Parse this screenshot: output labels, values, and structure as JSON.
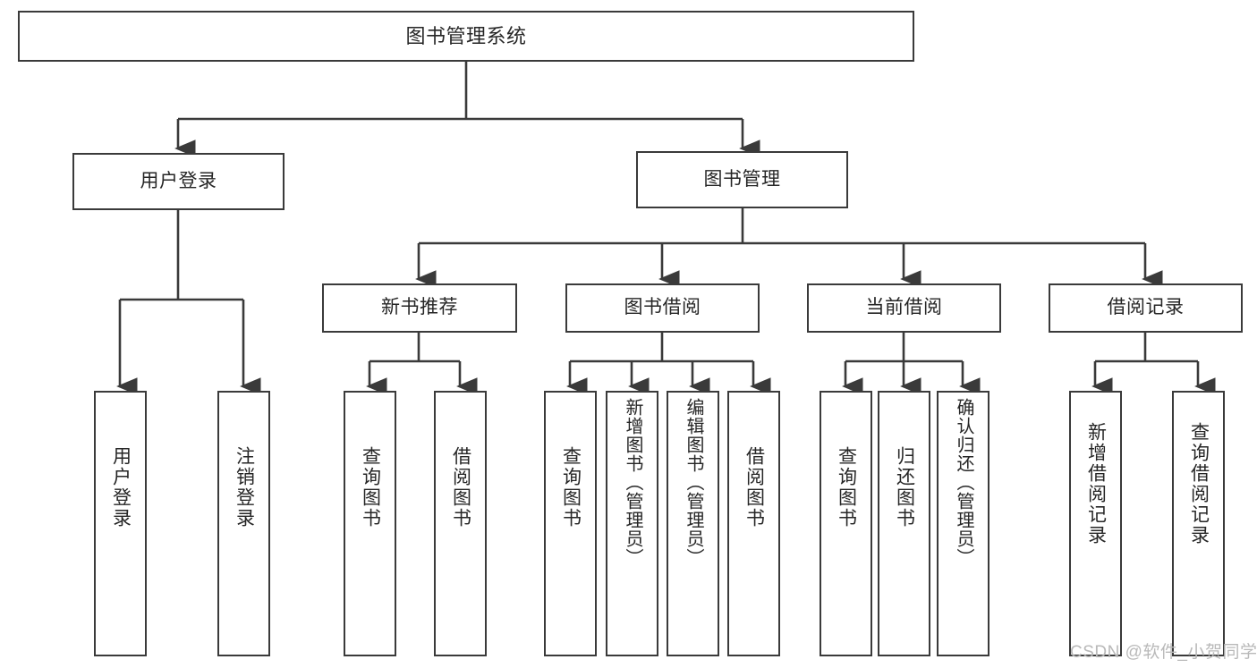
{
  "diagram": {
    "title": "图书管理系统",
    "type": "tree-hierarchy-chart",
    "colors": {
      "box_border": "#3a3a3a",
      "box_fill": "#ffffff",
      "connector": "#3a3a3a",
      "text": "#262626",
      "watermark": "#b9b9b9",
      "background": "#ffffff"
    }
  },
  "root": {
    "label": "图书管理系统"
  },
  "level1": [
    {
      "label": "用户登录"
    },
    {
      "label": "图书管理"
    }
  ],
  "level2": [
    {
      "label": "新书推荐"
    },
    {
      "label": "图书借阅"
    },
    {
      "label": "当前借阅"
    },
    {
      "label": "借阅记录"
    }
  ],
  "leaves": {
    "user_login": [
      {
        "label": "用户登录"
      },
      {
        "label": "注销登录"
      }
    ],
    "new_book_recommend": [
      {
        "label": "查询图书"
      },
      {
        "label": "借阅图书"
      }
    ],
    "book_borrow": [
      {
        "label": "查询图书"
      },
      {
        "label": "新增图书（管理员）"
      },
      {
        "label": "编辑图书（管理员）"
      },
      {
        "label": "借阅图书"
      }
    ],
    "current_borrow": [
      {
        "label": "查询图书"
      },
      {
        "label": "归还图书"
      },
      {
        "label": "确认归还（管理员）"
      }
    ],
    "borrow_record": [
      {
        "label": "新增借阅记录"
      },
      {
        "label": "查询借阅记录"
      }
    ]
  },
  "watermark": {
    "text": "CSDN @软件_小贺同学"
  }
}
